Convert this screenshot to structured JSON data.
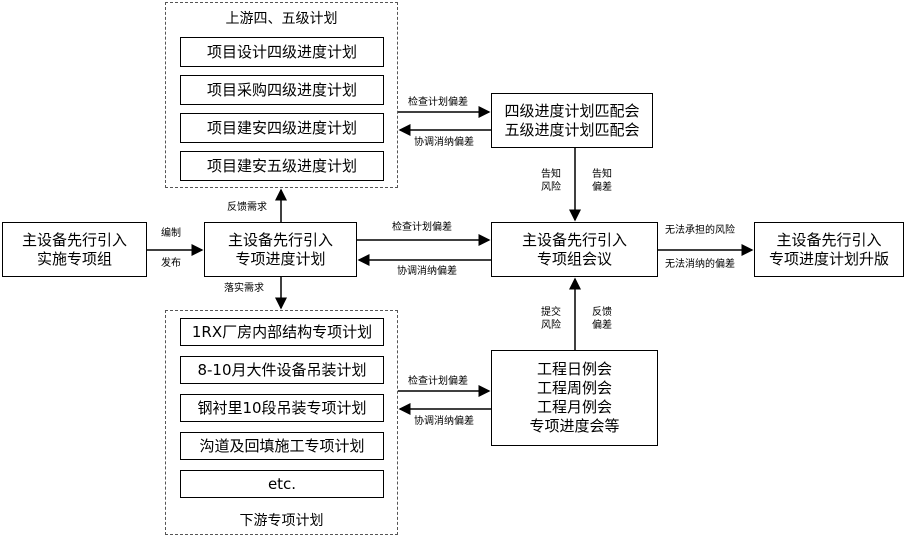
{
  "upstream": {
    "title": "上游四、五级计划",
    "items": [
      "项目设计四级进度计划",
      "项目采购四级进度计划",
      "项目建安四级进度计划",
      "项目建安五级进度计划"
    ]
  },
  "downstream": {
    "title": "下游专项计划",
    "items": [
      "1RX厂房内部结构专项计划",
      "8-10月大件设备吊装计划",
      "钢衬里10段吊装专项计划",
      "沟道及回填施工专项计划",
      "etc."
    ]
  },
  "match_meeting": [
    "四级进度计划匹配会",
    "五级进度计划匹配会"
  ],
  "left_group": [
    "主设备先行引入",
    "实施专项组"
  ],
  "center_plan": [
    "主设备先行引入",
    "专项进度计划"
  ],
  "meeting": [
    "主设备先行引入",
    "专项组会议"
  ],
  "upgrade": [
    "主设备先行引入",
    "专项进度计划升版"
  ],
  "daily": [
    "工程日例会",
    "工程周例会",
    "工程月例会",
    "专项进度会等"
  ],
  "labels": {
    "check": "检查计划偏差",
    "coordinate": "协调消纳偏差",
    "compile": "编制",
    "publish": "发布",
    "feedback_need": "反馈需求",
    "implement_need": "落实需求",
    "inform_risk": [
      "告知",
      "风险"
    ],
    "inform_dev": [
      "告知",
      "偏差"
    ],
    "submit_risk": [
      "提交",
      "风险"
    ],
    "feedback_dev": [
      "反馈",
      "偏差"
    ],
    "risk_unbearable": "无法承担的风险",
    "dev_unabsorbed": "无法消纳的偏差"
  }
}
